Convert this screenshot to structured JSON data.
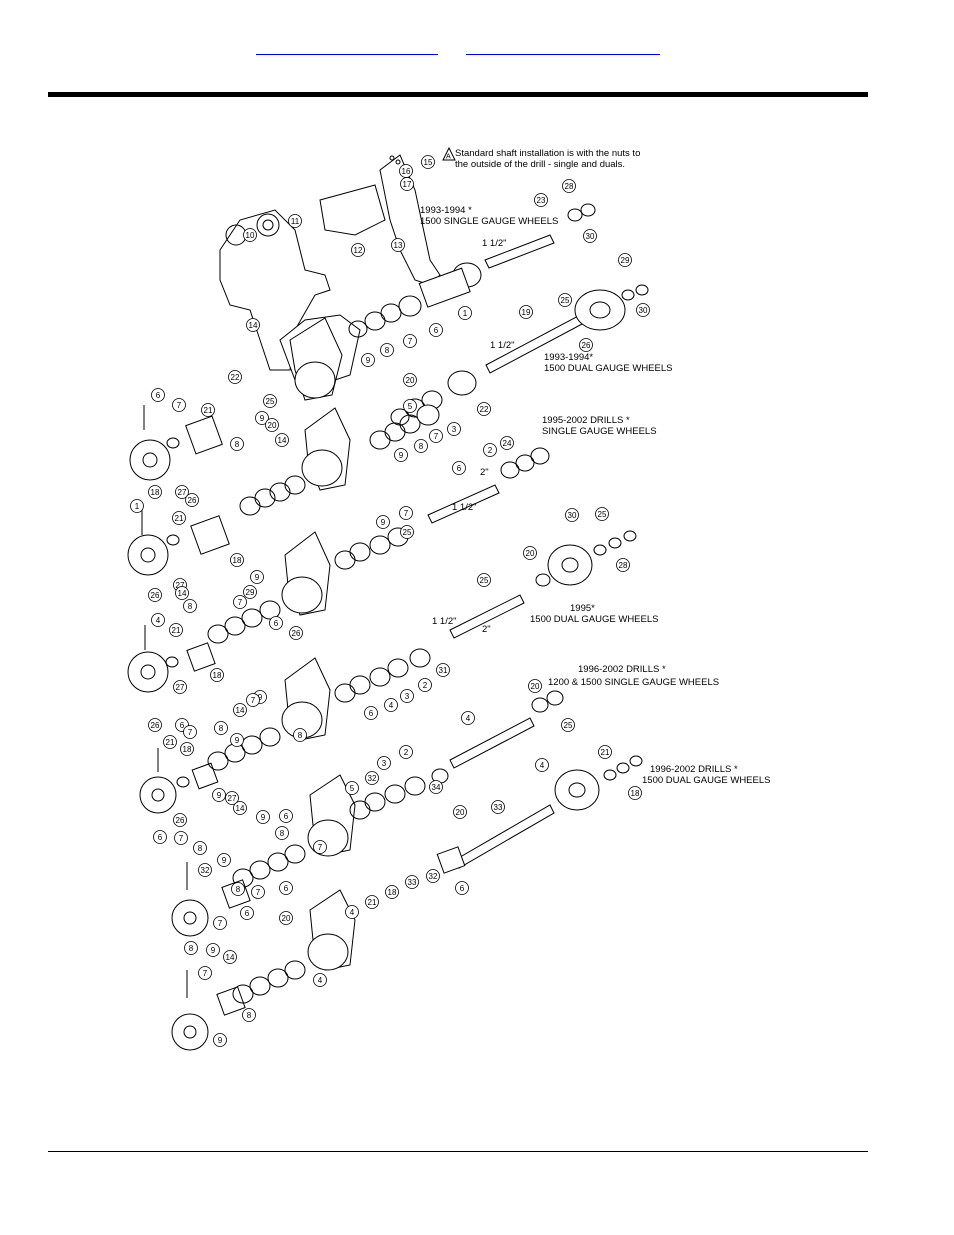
{
  "header": {
    "links": [
      "",
      ""
    ]
  },
  "diagram": {
    "note": "Standard shaft installation is with the nuts to the outside of the drill - single and duals.",
    "warning_symbol": "A",
    "captions": [
      {
        "lines": [
          "1993-1994 *",
          "1500 SINGLE GAUGE WHEELS"
        ]
      },
      {
        "lines": [
          "1993-1994*",
          "1500 DUAL GAUGE WHEELS"
        ]
      },
      {
        "lines": [
          "1995-2002 DRILLS *",
          "SINGLE GAUGE WHEELS"
        ]
      },
      {
        "lines": [
          "1995*",
          "1500 DUAL GAUGE WHEELS"
        ]
      },
      {
        "lines": [
          "1996-2002 DRILLS *",
          "1200 & 1500 SINGLE GAUGE WHEELS"
        ]
      },
      {
        "lines": [
          "1996-2002 DRILLS *",
          "1500 DUAL GAUGE WHEELS"
        ]
      }
    ],
    "dimensions": [
      "1 1/2\"",
      "1 1/2\"",
      "1 1/2\"",
      "2\"",
      "1 1/2\"",
      "2\""
    ],
    "callouts": [
      "15",
      "16",
      "17",
      "11",
      "10",
      "12",
      "13",
      "23",
      "28",
      "30",
      "29",
      "30",
      "14",
      "1",
      "6",
      "7",
      "8",
      "9",
      "25",
      "19",
      "26",
      "22",
      "6",
      "7",
      "8",
      "9",
      "20",
      "25",
      "22",
      "21",
      "18",
      "27",
      "26",
      "14",
      "9",
      "8",
      "7",
      "3",
      "2",
      "24",
      "6",
      "7",
      "9",
      "5",
      "20",
      "25",
      "1",
      "21",
      "18",
      "27",
      "26",
      "14",
      "8",
      "9",
      "7",
      "6",
      "26",
      "29",
      "30",
      "25",
      "28",
      "20",
      "25",
      "4",
      "21",
      "18",
      "27",
      "26",
      "6",
      "7",
      "8",
      "9",
      "14",
      "9",
      "8",
      "7",
      "6",
      "4",
      "3",
      "2",
      "31",
      "20",
      "25",
      "4",
      "21",
      "18",
      "27",
      "26",
      "6",
      "7",
      "8",
      "9",
      "14",
      "9",
      "8",
      "7",
      "6",
      "5",
      "32",
      "3",
      "2",
      "34",
      "20",
      "4",
      "21",
      "18",
      "33",
      "32",
      "6",
      "7",
      "8",
      "9",
      "14",
      "9",
      "8",
      "7",
      "6",
      "4",
      "20",
      "4",
      "21",
      "18",
      "33",
      "32",
      "6",
      "7",
      "8",
      "9"
    ]
  }
}
